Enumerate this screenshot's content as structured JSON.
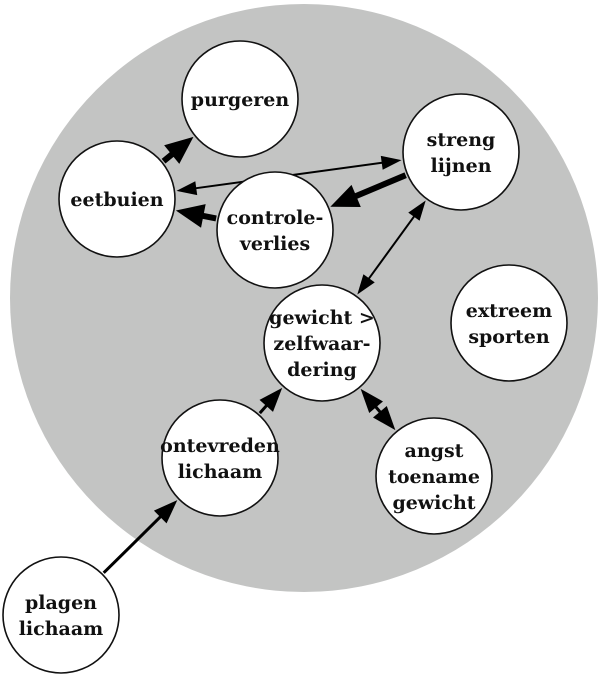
{
  "diagram": {
    "title": "",
    "colors": {
      "cluster_fill": "#c3c4c3",
      "node_fill": "#ffffff",
      "node_stroke": "#111111",
      "edge": "#000000",
      "background": "#ffffff"
    },
    "cluster": {
      "name": "eating-disorder-cluster"
    },
    "nodes": [
      {
        "id": "purgeren",
        "lines": [
          "purgeren"
        ]
      },
      {
        "id": "eetbuien",
        "lines": [
          "eetbuien"
        ]
      },
      {
        "id": "streng-lijnen",
        "lines": [
          "streng",
          "lijnen"
        ]
      },
      {
        "id": "controleverlies",
        "lines": [
          "controle-",
          "verlies"
        ]
      },
      {
        "id": "gewicht-zelfwaardering",
        "lines": [
          "gewicht >",
          "zelfwaar-",
          "dering"
        ]
      },
      {
        "id": "extreem-sporten",
        "lines": [
          "extreem",
          "sporten"
        ]
      },
      {
        "id": "ontevreden-lichaam",
        "lines": [
          "ontevreden",
          "lichaam"
        ]
      },
      {
        "id": "angst-toename-gewicht",
        "lines": [
          "angst",
          "toename",
          "gewicht"
        ]
      },
      {
        "id": "plagen-lichaam",
        "lines": [
          "plagen",
          "lichaam"
        ]
      }
    ],
    "edges": [
      {
        "from": "eetbuien",
        "to": "purgeren",
        "direction": "forward",
        "weight": "thick"
      },
      {
        "from": "eetbuien",
        "to": "streng-lijnen",
        "direction": "both",
        "weight": "thin"
      },
      {
        "from": "streng-lijnen",
        "to": "controleverlies",
        "direction": "forward",
        "weight": "thick"
      },
      {
        "from": "controleverlies",
        "to": "eetbuien",
        "direction": "forward",
        "weight": "thick"
      },
      {
        "from": "streng-lijnen",
        "to": "gewicht-zelfwaardering",
        "direction": "both",
        "weight": "thin"
      },
      {
        "from": "ontevreden-lichaam",
        "to": "gewicht-zelfwaardering",
        "direction": "forward",
        "weight": "medium"
      },
      {
        "from": "gewicht-zelfwaardering",
        "to": "angst-toename-gewicht",
        "direction": "both",
        "weight": "medium"
      },
      {
        "from": "plagen-lichaam",
        "to": "ontevreden-lichaam",
        "direction": "forward",
        "weight": "medium"
      }
    ]
  }
}
